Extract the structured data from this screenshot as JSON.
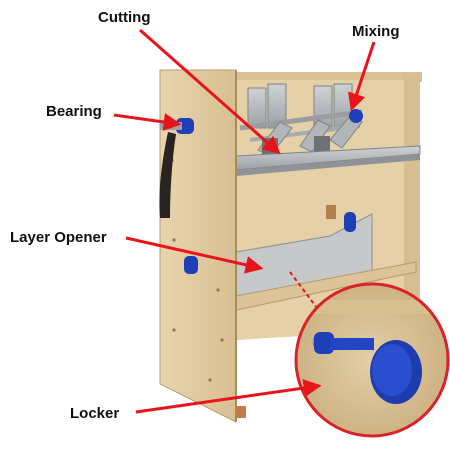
{
  "labels": {
    "cutting": "Cutting",
    "mixing": "Mixing",
    "bearing": "Bearing",
    "layer_opener": "Layer Opener",
    "locker": "Locker"
  },
  "colors": {
    "plywood": "#e2cba2",
    "plywood_dark": "#c9ae80",
    "steel": "#b9bcbf",
    "steel_dark": "#8d9094",
    "blue_part": "#1f3fb8",
    "arrow": "#e8141b",
    "handle": "#2a2420"
  }
}
